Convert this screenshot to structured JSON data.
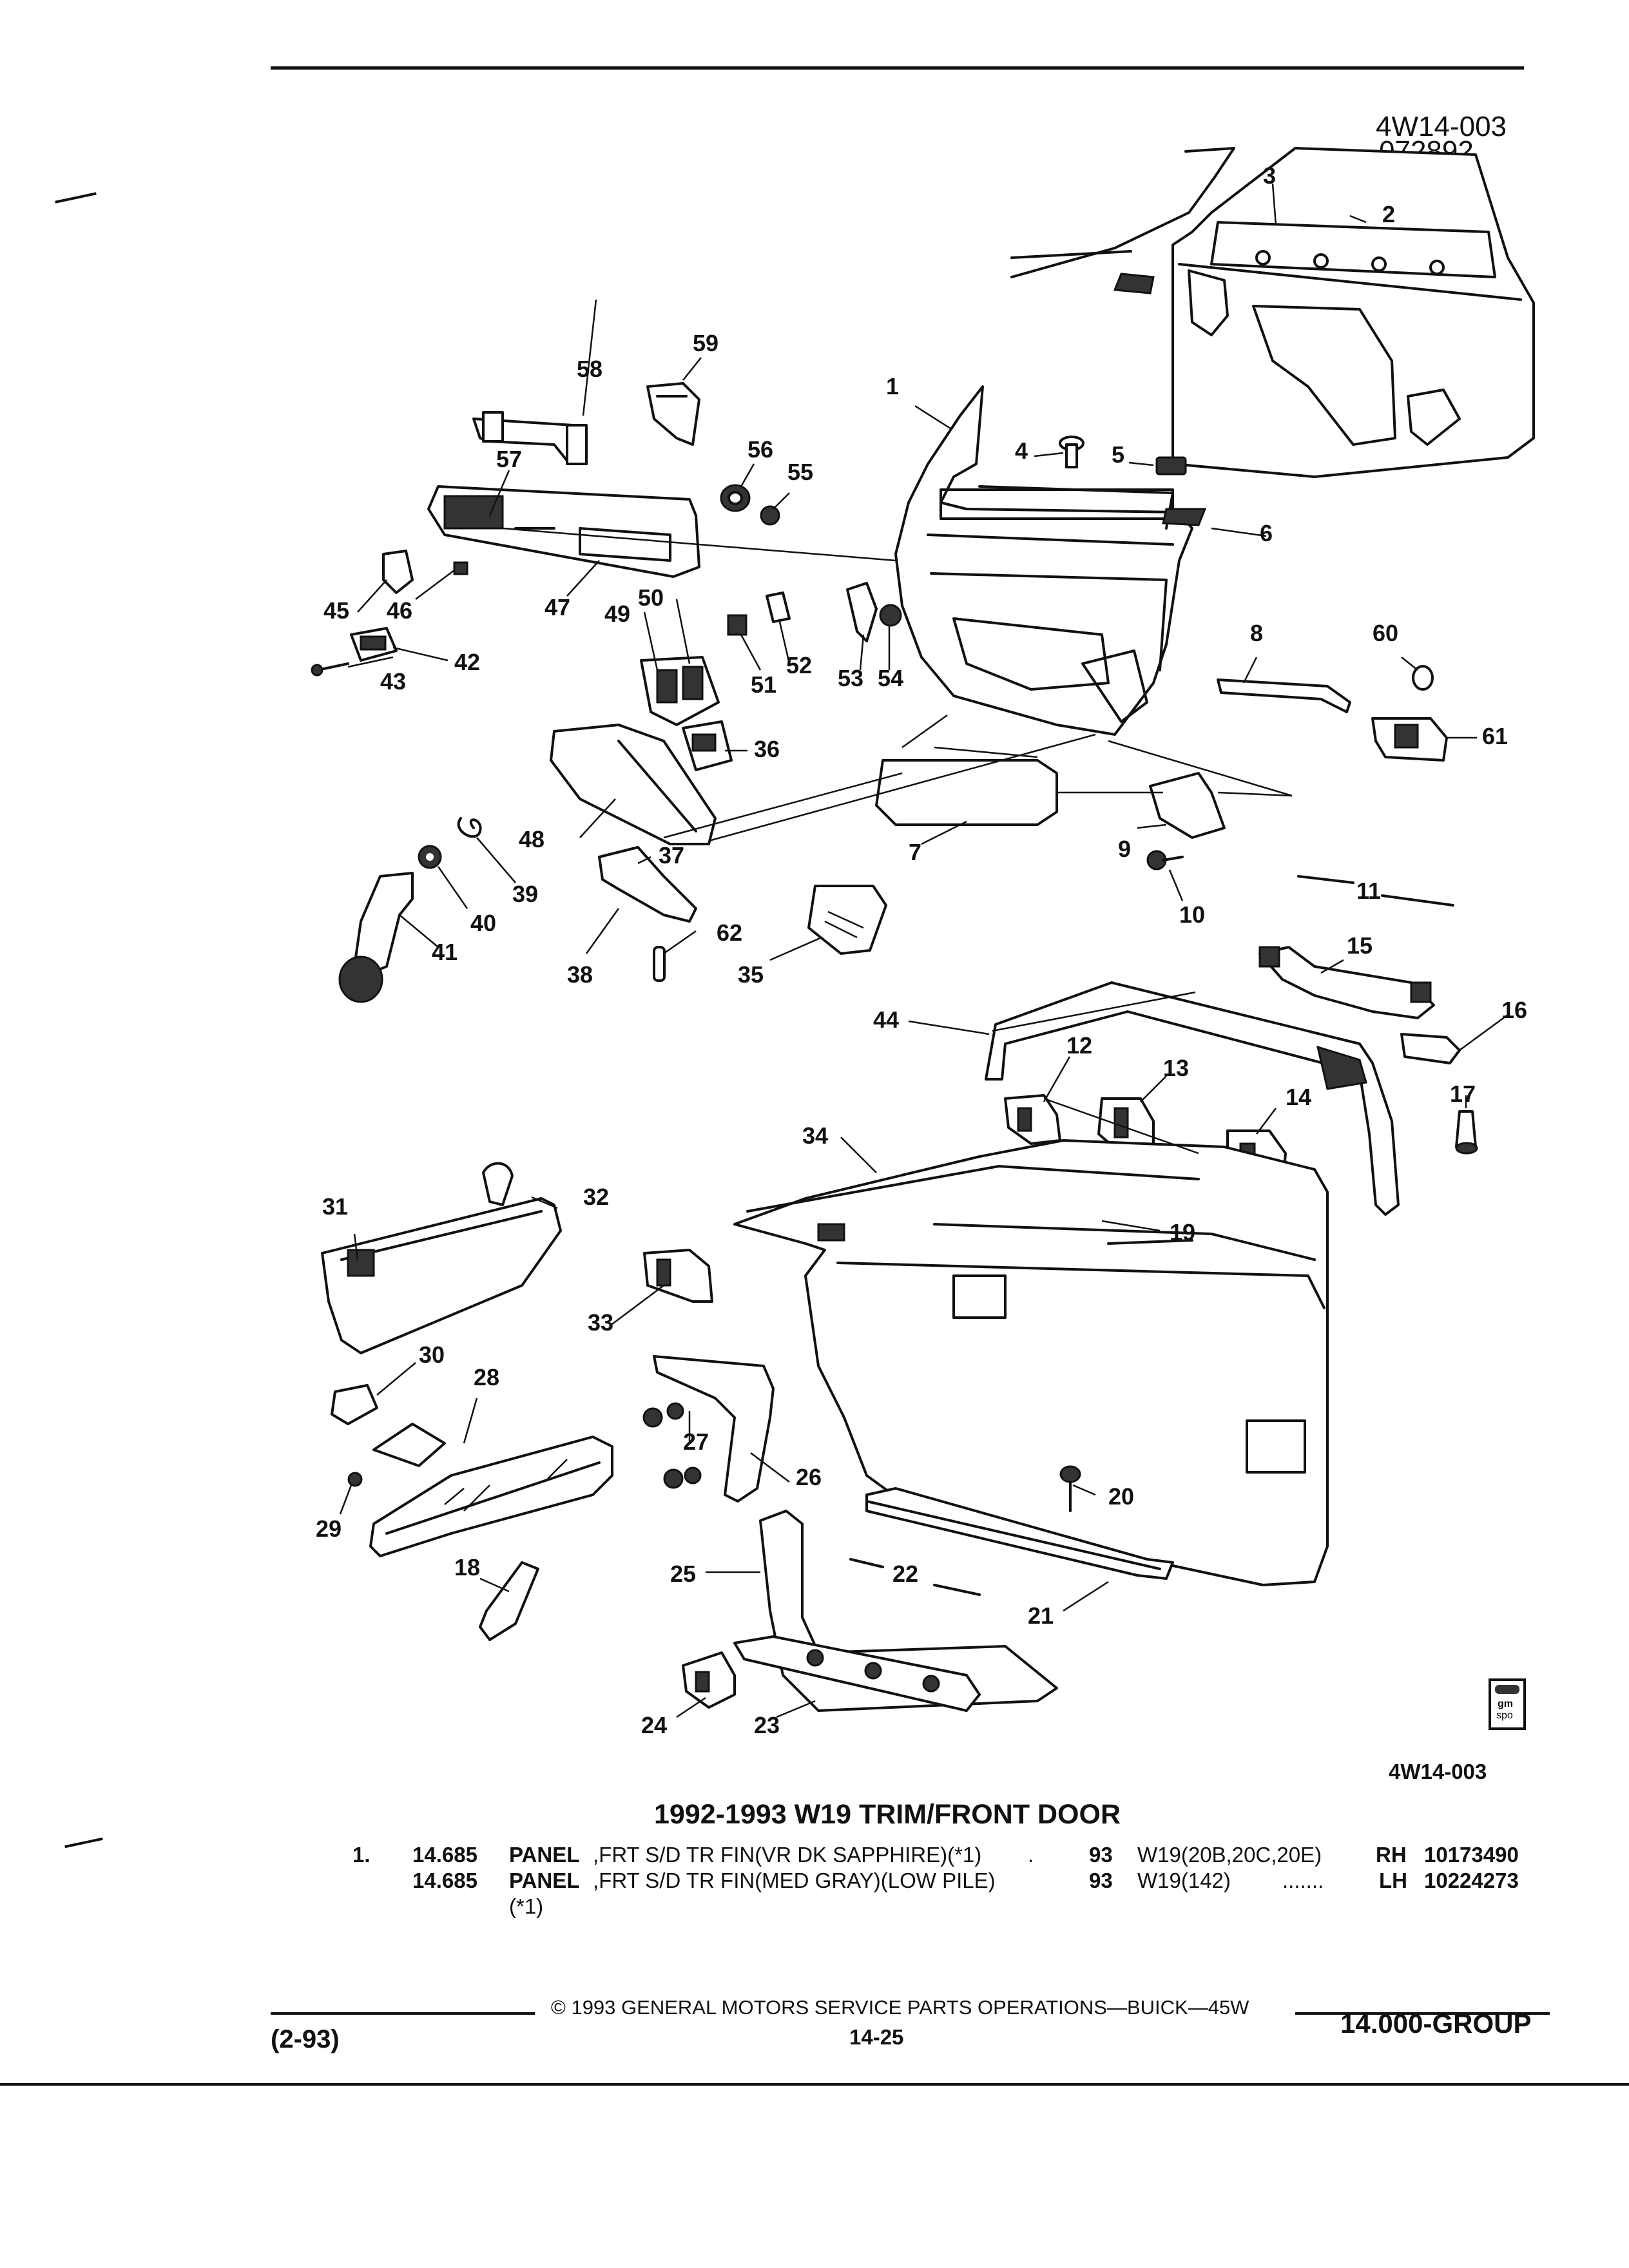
{
  "header": {
    "figure_id": "4W14-003",
    "figure_date": "072892"
  },
  "diagram": {
    "bottom_ref": "4W14-003",
    "callouts": [
      "1",
      "2",
      "3",
      "4",
      "5",
      "6",
      "7",
      "8",
      "9",
      "10",
      "11",
      "12",
      "13",
      "14",
      "15",
      "16",
      "17",
      "18",
      "19",
      "20",
      "21",
      "22",
      "23",
      "24",
      "25",
      "26",
      "27",
      "28",
      "29",
      "30",
      "31",
      "32",
      "33",
      "34",
      "35",
      "36",
      "37",
      "38",
      "39",
      "40",
      "41",
      "42",
      "43",
      "44",
      "45",
      "46",
      "47",
      "48",
      "49",
      "50",
      "51",
      "52",
      "53",
      "54",
      "55",
      "56",
      "57",
      "58",
      "59",
      "60",
      "61",
      "62"
    ]
  },
  "section": {
    "title": "1992-1993 W19 TRIM/FRONT DOOR"
  },
  "parts": [
    {
      "item": "1.",
      "code": "14.685",
      "name": "PANEL",
      "description": ",FRT S/D TR FIN(VR DK SAPPHIRE)(*1)",
      "leader": ".",
      "year": "93",
      "model": "W19(20B,20C,20E)",
      "side": "RH",
      "part_number": "10173490"
    },
    {
      "item": "",
      "code": "14.685",
      "name": "PANEL",
      "description": ",FRT S/D TR FIN(MED GRAY)(LOW PILE)",
      "description_cont": "(*1)",
      "leader": ".......",
      "year": "93",
      "model": "W19(142)",
      "side": "LH",
      "part_number": "10224273"
    }
  ],
  "footer": {
    "copyright": "© 1993 GENERAL MOTORS SERVICE PARTS OPERATIONS—BUICK—45W",
    "date_code": "(2-93)",
    "page": "14-25",
    "group": "14.000-GROUP"
  },
  "icon": {
    "name": "gm-spo-logo",
    "text_top": "gm",
    "text_bottom": "spo"
  }
}
